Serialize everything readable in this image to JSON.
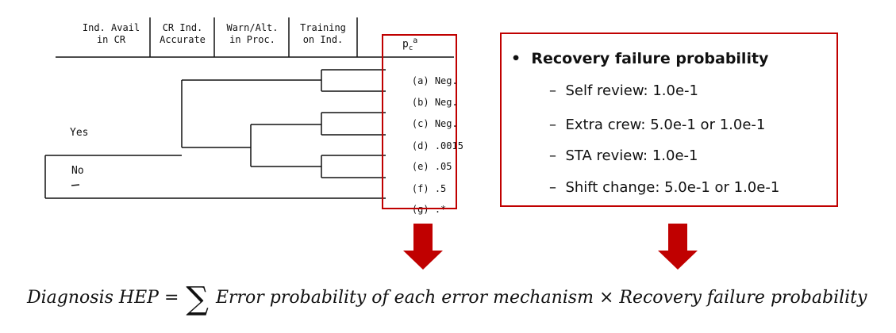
{
  "tree": {
    "headers": [
      {
        "lines": [
          "Ind. Avail",
          "in CR"
        ]
      },
      {
        "lines": [
          "CR Ind.",
          "Accurate"
        ]
      },
      {
        "lines": [
          "Warn/Alt.",
          "in Proc."
        ]
      },
      {
        "lines": [
          "Training",
          "on Ind."
        ]
      }
    ],
    "pc_header": {
      "base": "p",
      "sub": "c",
      "sup": "a"
    },
    "branch_yes": "Yes",
    "branch_no": "No",
    "outcomes": [
      {
        "label": "(a)",
        "value": "Neg."
      },
      {
        "label": "(b)",
        "value": "Neg."
      },
      {
        "label": "(c)",
        "value": "Neg."
      },
      {
        "label": "(d)",
        "value": ".0015"
      },
      {
        "label": "(e)",
        "value": ".05"
      },
      {
        "label": "(f)",
        "value": ".5"
      },
      {
        "label": "(g)",
        "value": ".*"
      }
    ]
  },
  "recovery": {
    "bullet": "•",
    "title": "Recovery failure probability",
    "dash": "–",
    "items": [
      "Self review: 1.0e-1",
      "Extra crew: 5.0e-1 or 1.0e-1",
      "STA review: 1.0e-1",
      "Shift change: 5.0e-1 or 1.0e-1"
    ]
  },
  "formula": {
    "lhs": "Diagnosis HEP =",
    "sum_symbol": "∑",
    "rhs_part1": "Error probability of each error mechanism",
    "times": "×",
    "rhs_part2": "Recovery failure probability"
  },
  "colors": {
    "accent_red": "#c00000",
    "line": "#111111"
  }
}
